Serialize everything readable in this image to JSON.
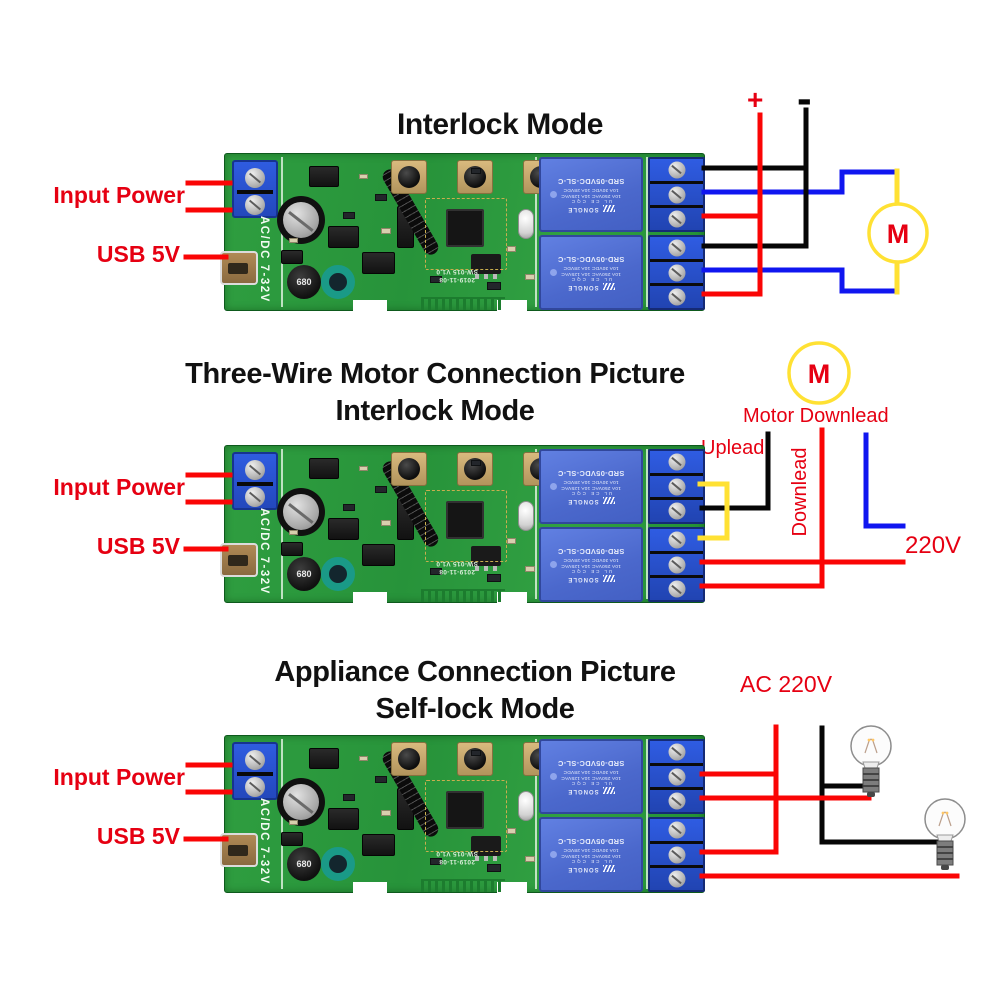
{
  "colors": {
    "label_red": "#e60012",
    "wire_red": "#fa0505",
    "wire_black": "#060606",
    "wire_blue": "#1016f0",
    "wire_yellow": "#ffe133",
    "pcb_green": "#2f9e40",
    "terminal_blue": "#2b57d8",
    "relay_blue": "#5272d5",
    "title_black": "#111111"
  },
  "sections": [
    {
      "title_lines": [
        "Interlock Mode"
      ],
      "labels": {
        "input_power": "Input Power",
        "usb": "USB 5V"
      },
      "annotations": {
        "plus": "+",
        "minus": "-",
        "motor": "M"
      }
    },
    {
      "title_lines": [
        "Three-Wire Motor Connection Picture",
        "Interlock Mode"
      ],
      "labels": {
        "input_power": "Input Power",
        "usb": "USB 5V"
      },
      "annotations": {
        "motor": "M",
        "motor_downlead": "Motor Downlead",
        "uplead": "Uplead",
        "downlead": "Downlead",
        "voltage": "220V"
      }
    },
    {
      "title_lines": [
        "Appliance Connection Picture",
        "Self-lock Mode"
      ],
      "labels": {
        "input_power": "Input Power",
        "usb": "USB 5V"
      },
      "annotations": {
        "voltage": "AC 220V"
      }
    }
  ],
  "board": {
    "power_rating": "AC/DC 7-32V",
    "inductor_label": "680",
    "relay": {
      "model": "SRD-05VDC-SL-C",
      "rating_line1": "10A 250VAC 10A 125VAC",
      "rating_line2": "10A 30VDC 10A 28VDC",
      "certs": "UL CE CQC",
      "brand": "SONGLE"
    },
    "silkscreen": {
      "line1": "2019-11-08",
      "line2": "SW-015 V1.0"
    }
  }
}
